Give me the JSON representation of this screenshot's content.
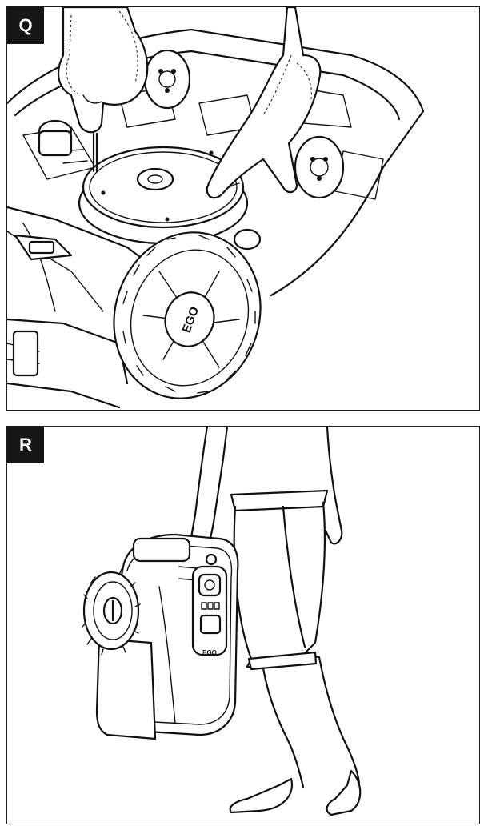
{
  "panels": [
    {
      "label": "Q",
      "logo": "EGO"
    },
    {
      "label": "R",
      "logo": "EGO"
    }
  ]
}
